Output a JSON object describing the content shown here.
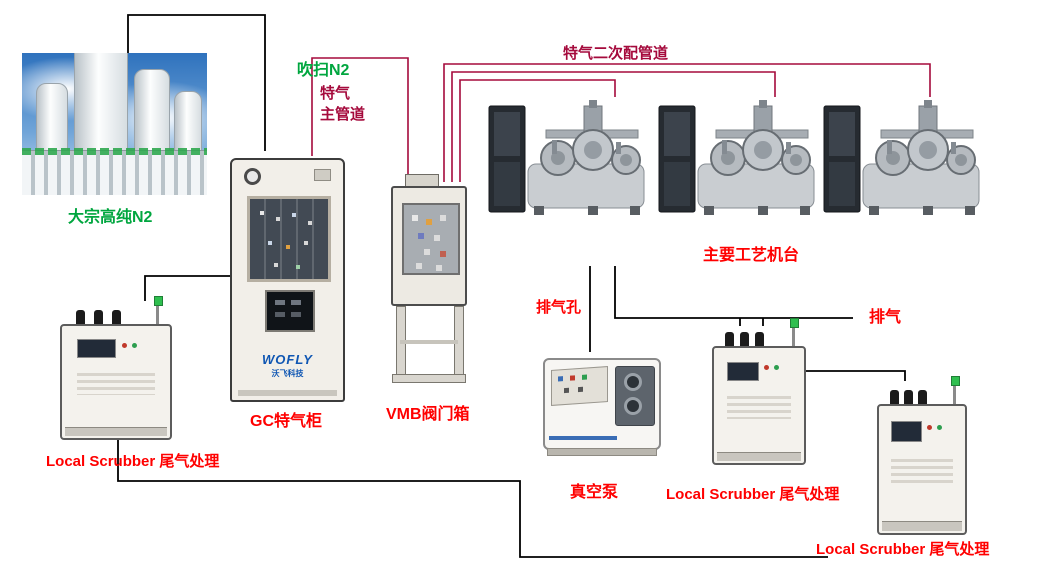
{
  "labels": {
    "bulk_n2": "大宗高纯N2",
    "purge_n2": "吹扫N2",
    "main_gas_1": "特气",
    "main_gas_2": "主管道",
    "secondary_gas": "特气二次配管道",
    "gc_cabinet": "GC特气柜",
    "vmb_box": "VMB阀门箱",
    "process_tools": "主要工艺机台",
    "vent_hole": "排气孔",
    "vacuum_pump": "真空泵",
    "exhaust": "排气",
    "scrubber_left": "Local Scrubber 尾气处理",
    "scrubber_middle": "Local Scrubber 尾气处理",
    "scrubber_right": "Local Scrubber 尾气处理"
  },
  "equipment": {
    "gc_brand": "WOFLY",
    "gc_brand_cn": "沃飞科技"
  },
  "colors": {
    "green_label": "#00a63f",
    "red_label": "#ff0000",
    "pipe_red": "#a50a3c",
    "line_black": "#000000"
  }
}
